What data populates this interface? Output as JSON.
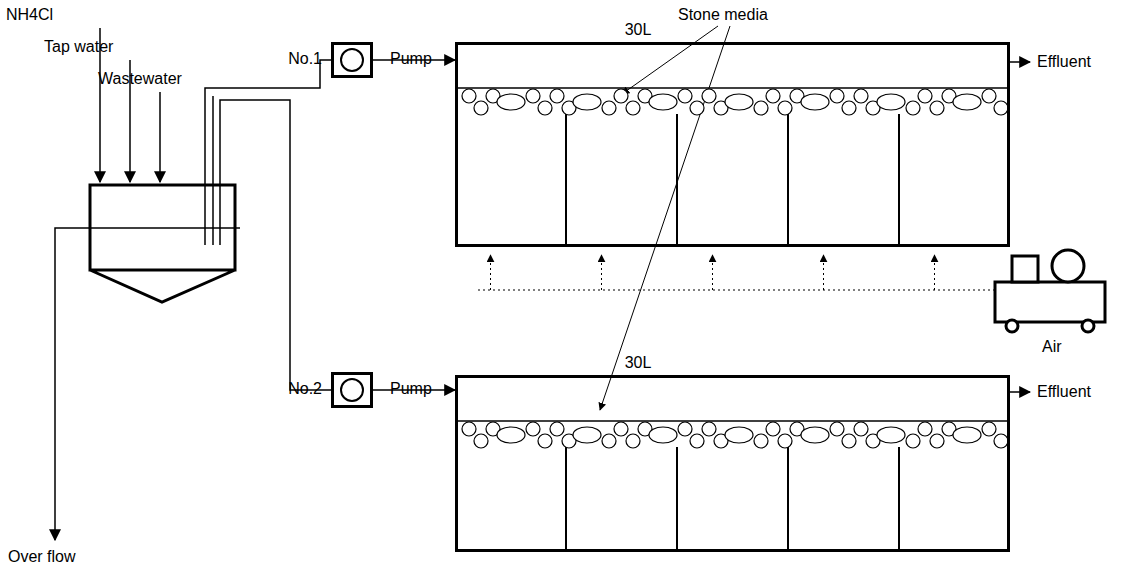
{
  "diagram": {
    "nodes": [
      {
        "text": [
          "No.1",
          "Pump"
        ]
      },
      {
        "text": [
          "30L"
        ]
      },
      {
        "text": [
          "No.2",
          "Pump"
        ]
      },
      {
        "text": [
          "30L"
        ]
      }
    ],
    "edges": [
      {
        "from": 0,
        "to": 1,
        "arrow": "to"
      },
      {
        "from": 2,
        "to": 3,
        "arrow": "to"
      }
    ],
    "labels": [
      "NH4Cl",
      "Tap water",
      "Wastewater",
      "Stone media",
      "Effluent",
      "Effluent",
      "Air",
      "Over flow"
    ]
  }
}
